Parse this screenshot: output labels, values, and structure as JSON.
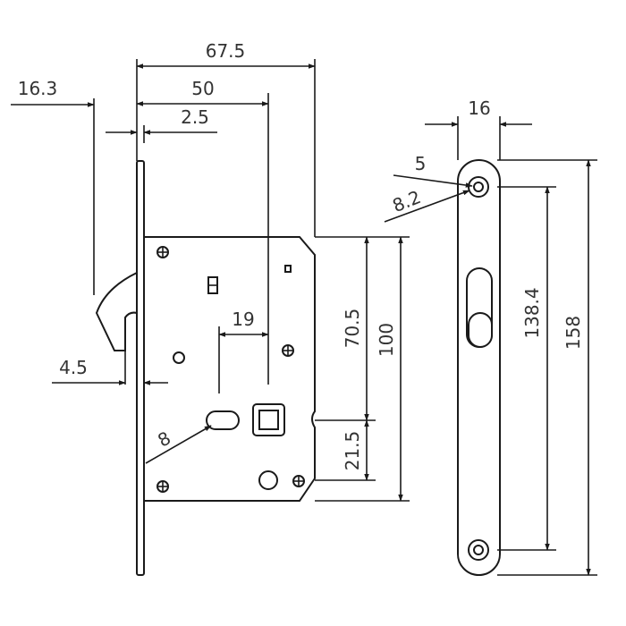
{
  "dimensions": {
    "overall_width": "67.5",
    "backset": "50",
    "faceplate_thickness": "2.5",
    "latch_projection": "16.3",
    "bolt_offset": "4.5",
    "follower_offset": "19",
    "cylinder_hole": "8",
    "height_upper": "70.5",
    "height_lower": "21.5",
    "case_height": "100",
    "strike_width": "16",
    "screw_hole_small": "5",
    "screw_hole_large": "8.2",
    "screw_spacing": "138.4",
    "strike_height": "158"
  },
  "colors": {
    "line": "#1a1a1a",
    "text": "#333333",
    "background": "#ffffff"
  }
}
